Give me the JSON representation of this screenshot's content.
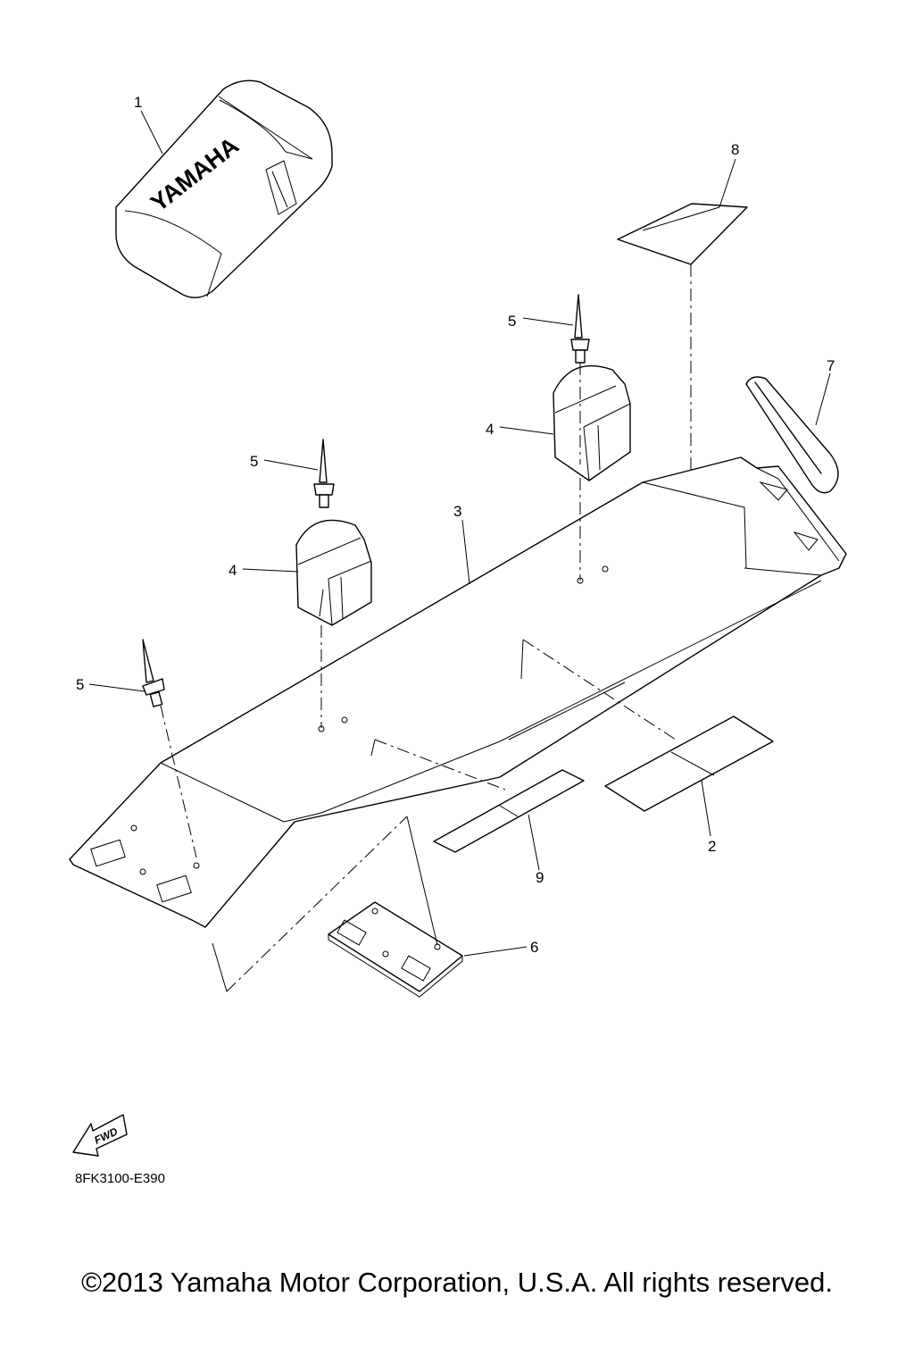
{
  "diagram": {
    "cover_brand": "YAMAHA",
    "fwd_arrow_text": "FWD",
    "part_callouts": [
      "1",
      "2",
      "3",
      "4",
      "4",
      "5",
      "5",
      "5",
      "6",
      "7",
      "8",
      "9"
    ]
  },
  "footer": {
    "drawing_code": "8FK3100-E390",
    "copyright": "©2013 Yamaha Motor Corporation, U.S.A. All rights reserved."
  }
}
